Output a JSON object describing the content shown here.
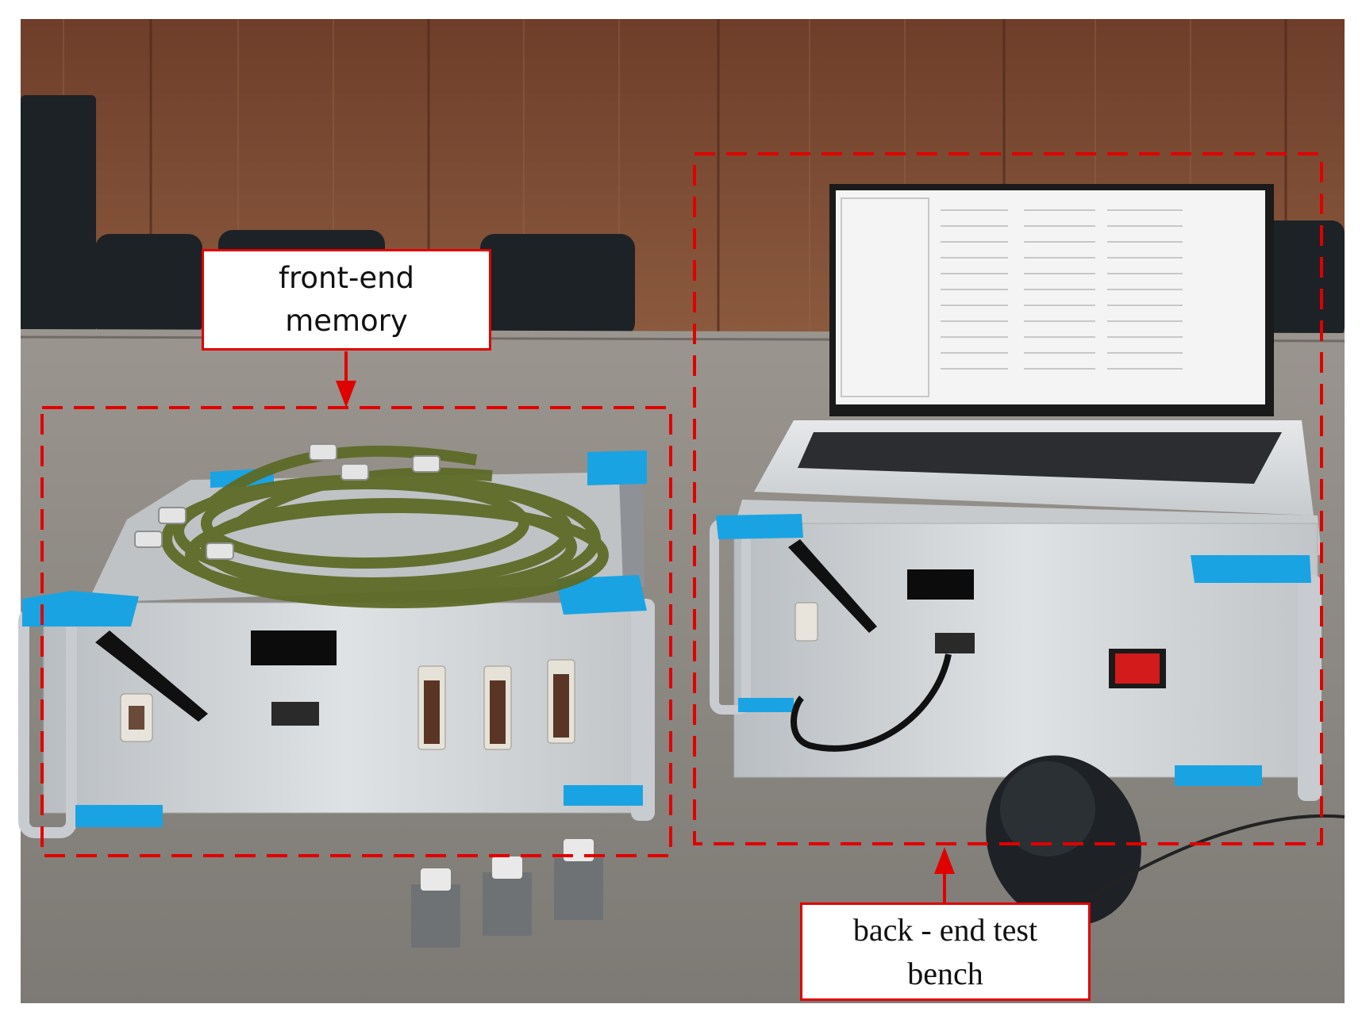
{
  "labels": {
    "front": {
      "line1": "front-end",
      "line2": "memory"
    },
    "back": {
      "line1": "back - end test",
      "line2": "bench"
    }
  },
  "colors": {
    "annotation": "#e10000",
    "wall_wood": "#7a4a32",
    "table": "#8d8a84",
    "chassis_silver": "#cfd3d6",
    "bracket_blue": "#1aa3e3",
    "cable_green": "#5e6b27",
    "chair_black": "#1c2226"
  }
}
